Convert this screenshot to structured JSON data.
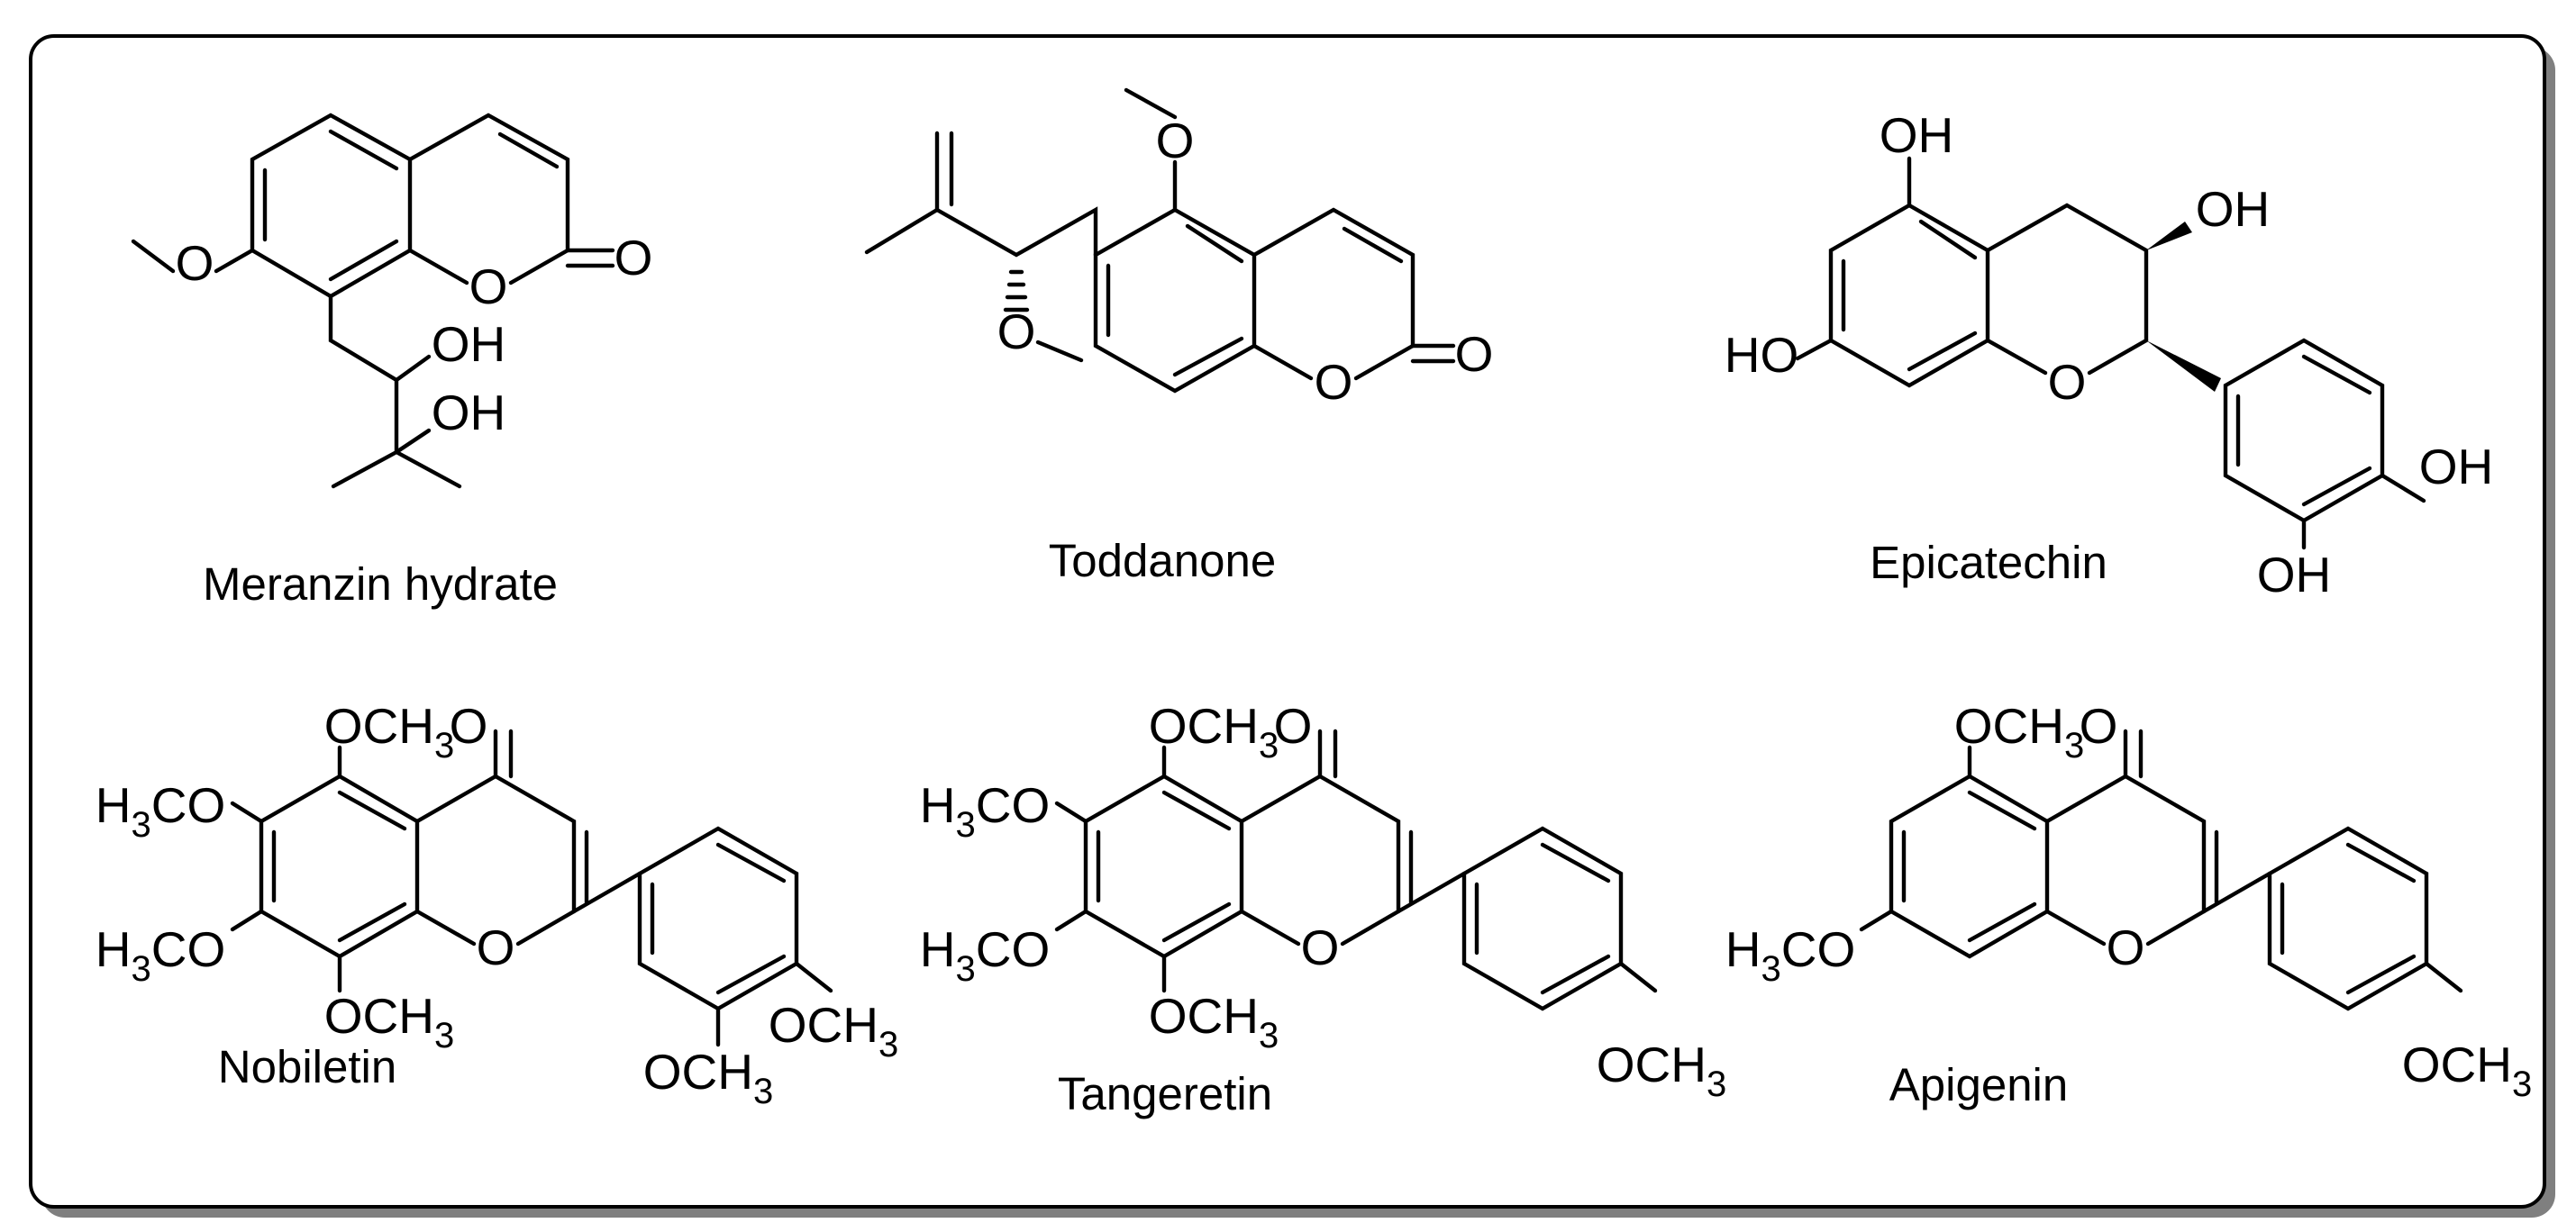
{
  "colors": {
    "ink": "#000000",
    "panel": "#ffffff",
    "shadow": "#7f7f7f"
  },
  "compounds": [
    {
      "name": "Meranzin hydrate",
      "atoms": {
        "o_methoxy": "O",
        "o_ring": "O",
        "o_carbonyl": "O",
        "oh_1": "OH",
        "oh_2": "OH"
      }
    },
    {
      "name": "Toddanone",
      "atoms": {
        "o_methoxy": "O",
        "o_ring": "O",
        "o_carbonyl": "O",
        "o_side": "O"
      }
    },
    {
      "name": "Epicatechin",
      "atoms": {
        "oh_5": "OH",
        "oh_3": "OH",
        "ho_7": "HO",
        "o_ring": "O",
        "oh_4p": "OH",
        "oh_3p": "OH"
      }
    },
    {
      "name": "Nobiletin",
      "atoms": {
        "och3_5": "OCH3",
        "o_carbonyl": "O",
        "h3co_6": "H3CO",
        "h3co_7": "H3CO",
        "o_ring": "O",
        "och3_8": "OCH3",
        "och3_4p": "OCH3",
        "och3_3p": "OCH3"
      }
    },
    {
      "name": "Tangeretin",
      "atoms": {
        "och3_5": "OCH3",
        "o_carbonyl": "O",
        "h3co_6": "H3CO",
        "h3co_7": "H3CO",
        "o_ring": "O",
        "och3_8": "OCH3",
        "och3_4p": "OCH3"
      }
    },
    {
      "name": "Apigenin",
      "atoms": {
        "och3_5": "OCH3",
        "o_carbonyl": "O",
        "h3co_7": "H3CO",
        "o_ring": "O",
        "och3_4p": "OCH3"
      }
    }
  ]
}
